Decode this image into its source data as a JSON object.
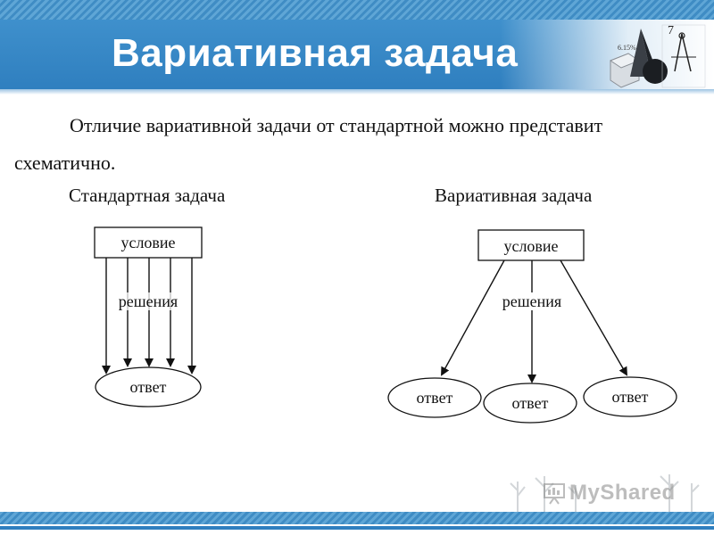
{
  "header": {
    "title": "Вариативная задача"
  },
  "intro": {
    "line1": "Отличие вариативной задачи от стандартной можно представит",
    "line2": "схематично."
  },
  "standard": {
    "title": "Стандартная задача",
    "condition": "условие",
    "solutions": "решения",
    "answer": "ответ",
    "arrow_count": 5
  },
  "variative": {
    "title": "Вариативная задача",
    "condition": "условие",
    "solutions": "решения",
    "answers": [
      "ответ",
      "ответ",
      "ответ"
    ]
  },
  "watermark": {
    "text": "MyShared"
  },
  "colors": {
    "header_blue": "#2f7fbf",
    "strip_blue": "#5fa6d6"
  }
}
